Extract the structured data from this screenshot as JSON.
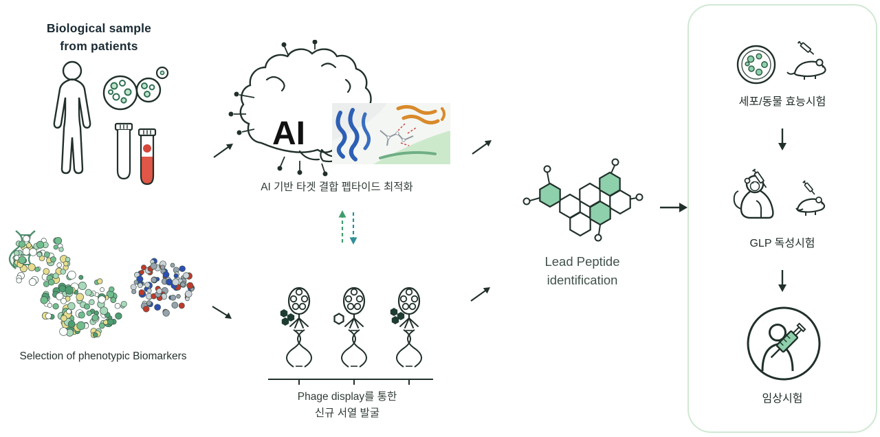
{
  "colors": {
    "ink-outline": "#21302a",
    "accent-green": "#8ed0ab",
    "panel-border-green": "#cfe8d2",
    "arrow-green": "#3f9d6b",
    "arrow-teal": "#2f8f96",
    "blood-red": "#d6483b",
    "protein-blue": "#2d4fb3",
    "ribbon-orange": "#d98a2b"
  },
  "left": {
    "title_line1": "Biological sample",
    "title_line2": "from patients",
    "biomarker_label": "Selection of phenotypic Biomarkers"
  },
  "center": {
    "ai_text": "AI",
    "ai_caption": "AI 기반 타겟 결합 펩타이드 최적화",
    "phage_caption_line1": "Phage display를 통한",
    "phage_caption_line2": "신규 서열 발굴"
  },
  "lead": {
    "line1": "Lead Peptide",
    "line2": "identification"
  },
  "panel": {
    "stages": [
      {
        "label": "세포/동물 효능시험"
      },
      {
        "label": "GLP 독성시험"
      },
      {
        "label": "임상시험"
      }
    ]
  },
  "icons": [
    "human-body-icon",
    "cells-icon",
    "test-tubes-icon",
    "biomarker-dots-icon",
    "ai-brain-icon",
    "molecular-docking-image",
    "phage-icon",
    "dna-helix-icon",
    "hexagon-molecule-icon",
    "petri-dish-icon",
    "mouse-icon",
    "monkey-icon",
    "syringe-icon",
    "clinical-human-icon",
    "up-dashed-arrow-icon",
    "down-dashed-arrow-icon"
  ]
}
